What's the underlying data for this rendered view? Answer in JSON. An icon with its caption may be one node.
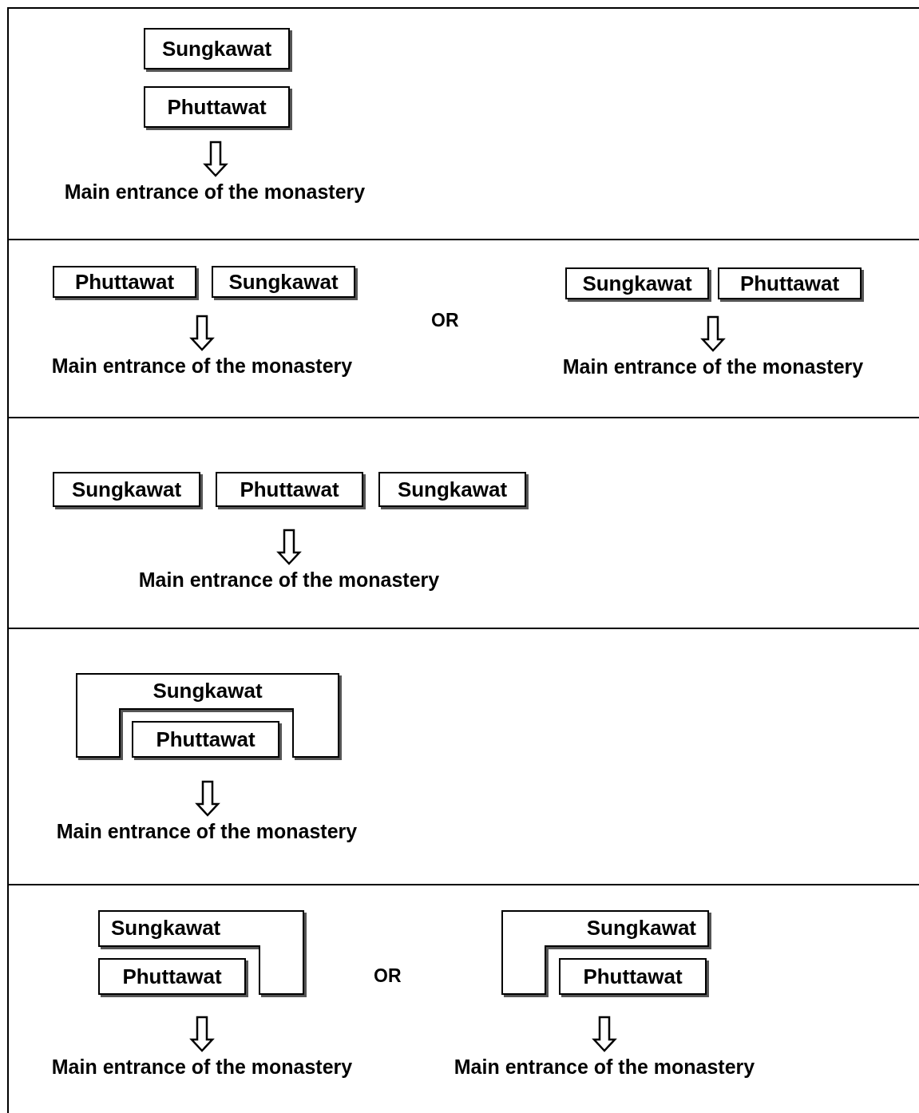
{
  "diagram": {
    "nodes": [
      {
        "text": [
          "Sungkawat"
        ]
      },
      {
        "text": [
          "Phuttawat"
        ]
      },
      {
        "text": [
          "Main entrance of the monastery"
        ]
      },
      {
        "text": [
          "Phuttawat"
        ]
      },
      {
        "text": [
          "Sungkawat"
        ]
      },
      {
        "text": [
          "Main entrance of the monastery"
        ]
      },
      {
        "text": [
          "Sungkawat"
        ]
      },
      {
        "text": [
          "Phuttawat"
        ]
      },
      {
        "text": [
          "Main entrance of the monastery"
        ]
      },
      {
        "text": [
          "Sungkawat"
        ]
      },
      {
        "text": [
          "Phuttawat"
        ]
      },
      {
        "text": [
          "Sungkawat"
        ]
      },
      {
        "text": [
          "Main entrance of the monastery"
        ]
      },
      {
        "text": [
          "Sungkawat"
        ]
      },
      {
        "text": [
          "Phuttawat"
        ]
      },
      {
        "text": [
          "Main entrance of the monastery"
        ]
      },
      {
        "text": [
          "Sungkawat"
        ]
      },
      {
        "text": [
          "Phuttawat"
        ]
      },
      {
        "text": [
          "Main entrance of the monastery"
        ]
      },
      {
        "text": [
          "Sungkawat"
        ]
      },
      {
        "text": [
          "Phuttawat"
        ]
      },
      {
        "text": [
          "Main entrance of the monastery"
        ]
      }
    ],
    "edges": [
      {
        "from": null,
        "to": 2,
        "arrow": "to"
      },
      {
        "from": null,
        "to": 5,
        "arrow": "to"
      },
      {
        "from": null,
        "to": 8,
        "arrow": "to"
      },
      {
        "from": null,
        "to": 12,
        "arrow": "to"
      },
      {
        "from": null,
        "to": 15,
        "arrow": "to"
      },
      {
        "from": null,
        "to": 18,
        "arrow": "to"
      },
      {
        "from": null,
        "to": 21,
        "arrow": "to"
      }
    ],
    "labels": [
      "OR",
      "OR"
    ]
  }
}
